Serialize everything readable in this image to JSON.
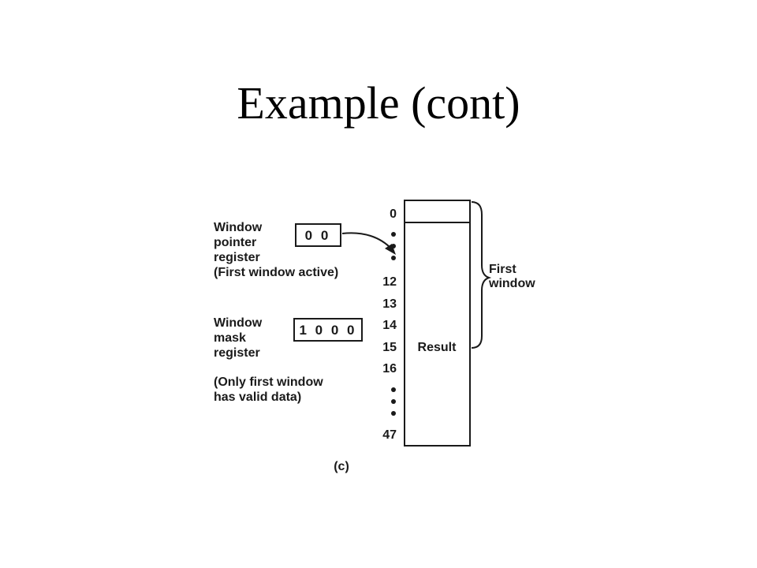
{
  "title": "Example (cont)",
  "pointer_label": [
    "Window",
    "pointer",
    "register",
    "(First window active)"
  ],
  "pointer_value": "0 0",
  "mask_label": [
    "Window",
    "mask",
    "register"
  ],
  "mask_value": "1 0 0 0",
  "note": [
    "(Only first window",
    "has valid data)"
  ],
  "register_indices": {
    "first": "0",
    "r12": "12",
    "r13": "13",
    "r14": "14",
    "r15": "15",
    "r16": "16",
    "last": "47"
  },
  "result_label": "Result",
  "window_label": [
    "First",
    "window"
  ],
  "caption": "(c)"
}
